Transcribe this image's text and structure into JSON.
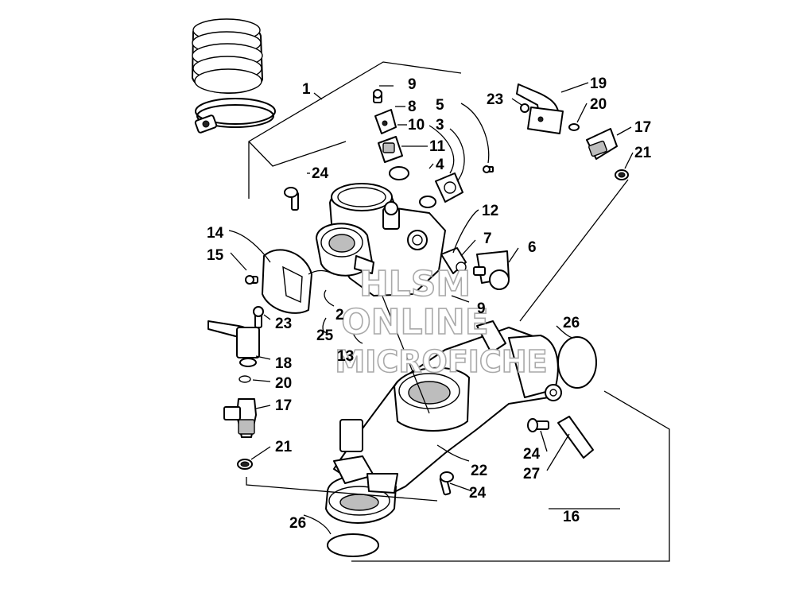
{
  "watermark": {
    "line1": "HLSM",
    "line2": "ONLINE",
    "line3": "MICROFICHE"
  },
  "callouts": {
    "c1": "1",
    "c2": "2",
    "c3": "3",
    "c4": "4",
    "c5": "5",
    "c6": "6",
    "c7": "7",
    "c8": "8",
    "c9a": "9",
    "c9b": "9",
    "c10": "10",
    "c11": "11",
    "c12": "12",
    "c13": "13",
    "c14": "14",
    "c15": "15",
    "c16": "16",
    "c17a": "17",
    "c17b": "17",
    "c18": "18",
    "c19": "19",
    "c20a": "20",
    "c20b": "20",
    "c21a": "21",
    "c21b": "21",
    "c22": "22",
    "c23a": "23",
    "c23b": "23",
    "c24a": "24",
    "c24b": "24",
    "c24c": "24",
    "c25": "25",
    "c26a": "26",
    "c26b": "26",
    "c27": "27"
  }
}
